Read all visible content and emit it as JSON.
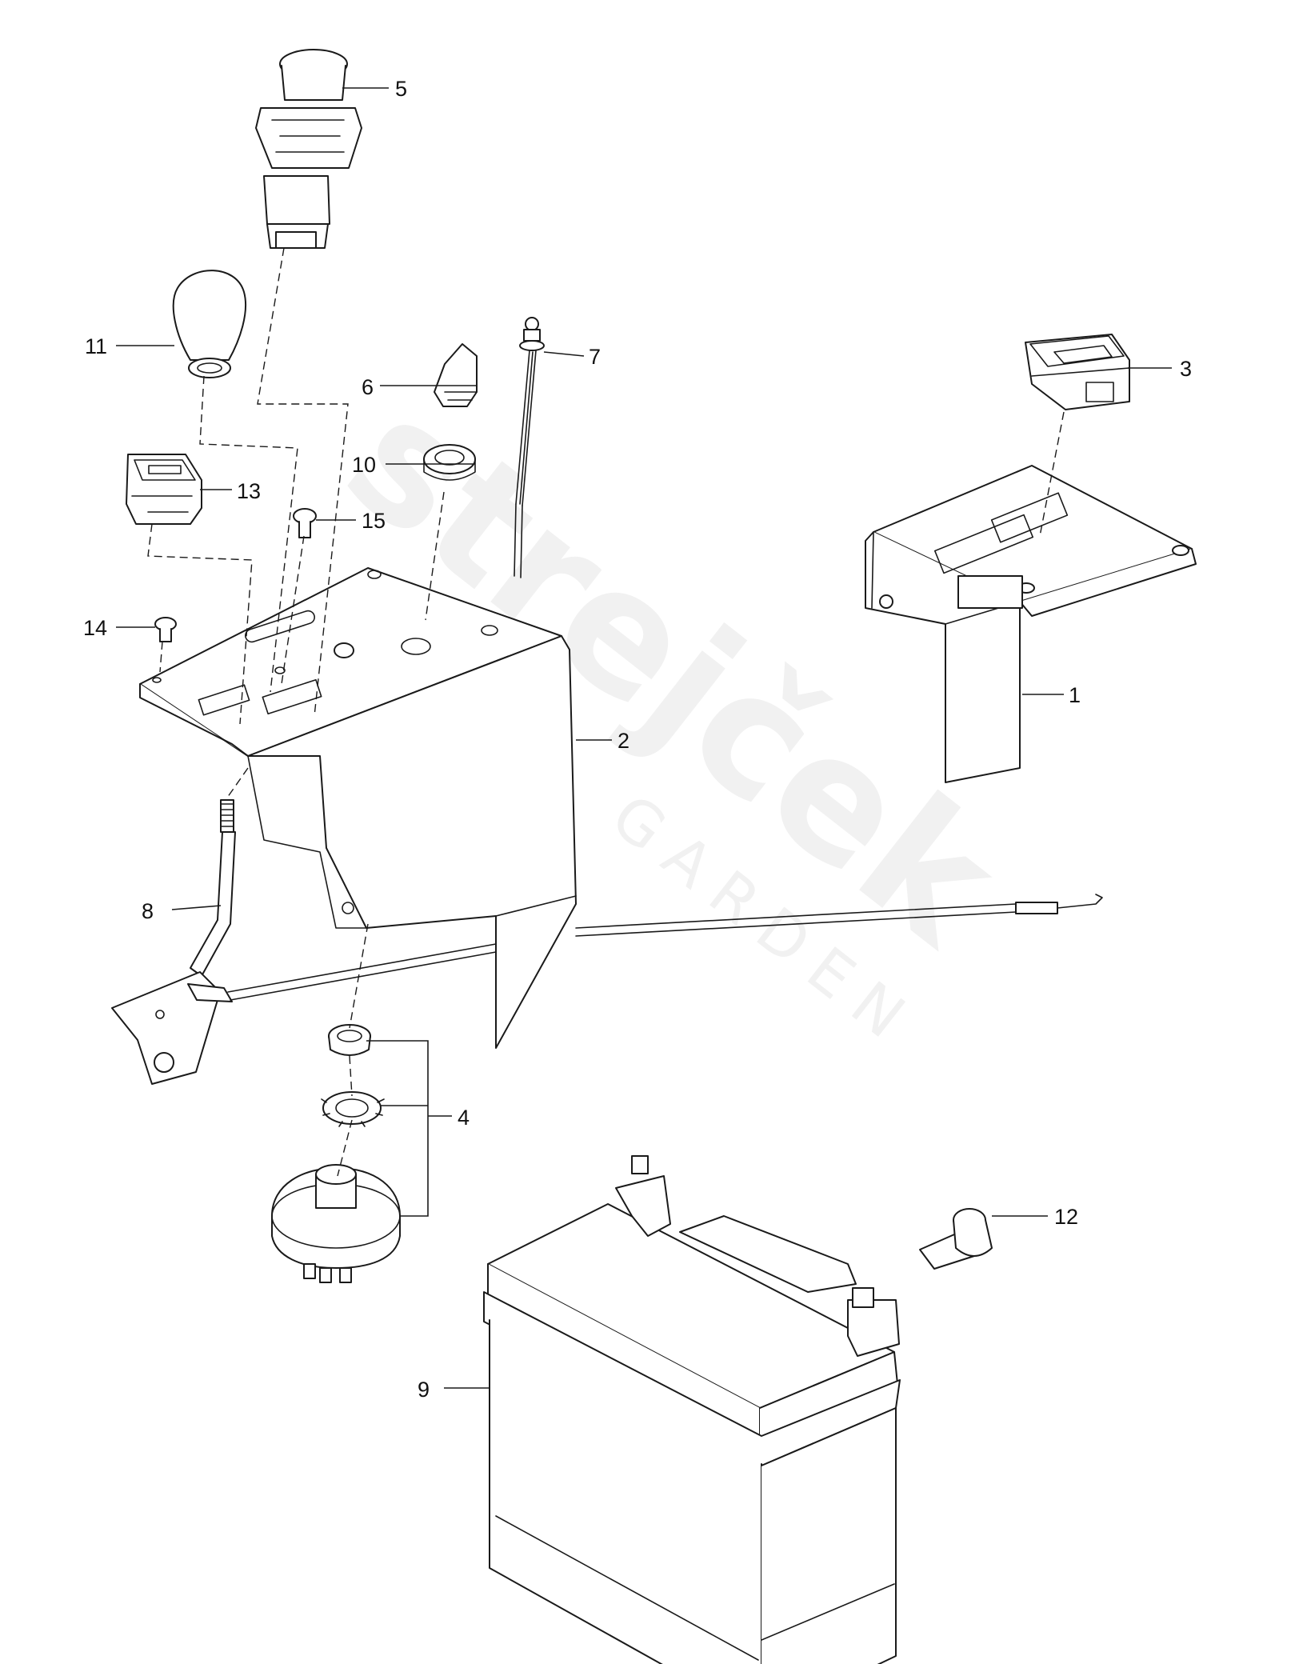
{
  "watermark": {
    "brand": "strejček",
    "sub": "GARDEN"
  },
  "callouts": {
    "c1": "1",
    "c2": "2",
    "c3": "3",
    "c4": "4",
    "c5": "5",
    "c6": "6",
    "c7": "7",
    "c8": "8",
    "c9": "9",
    "c10": "10",
    "c11": "11",
    "c12": "12",
    "c13": "13",
    "c14": "14",
    "c15": "15"
  }
}
